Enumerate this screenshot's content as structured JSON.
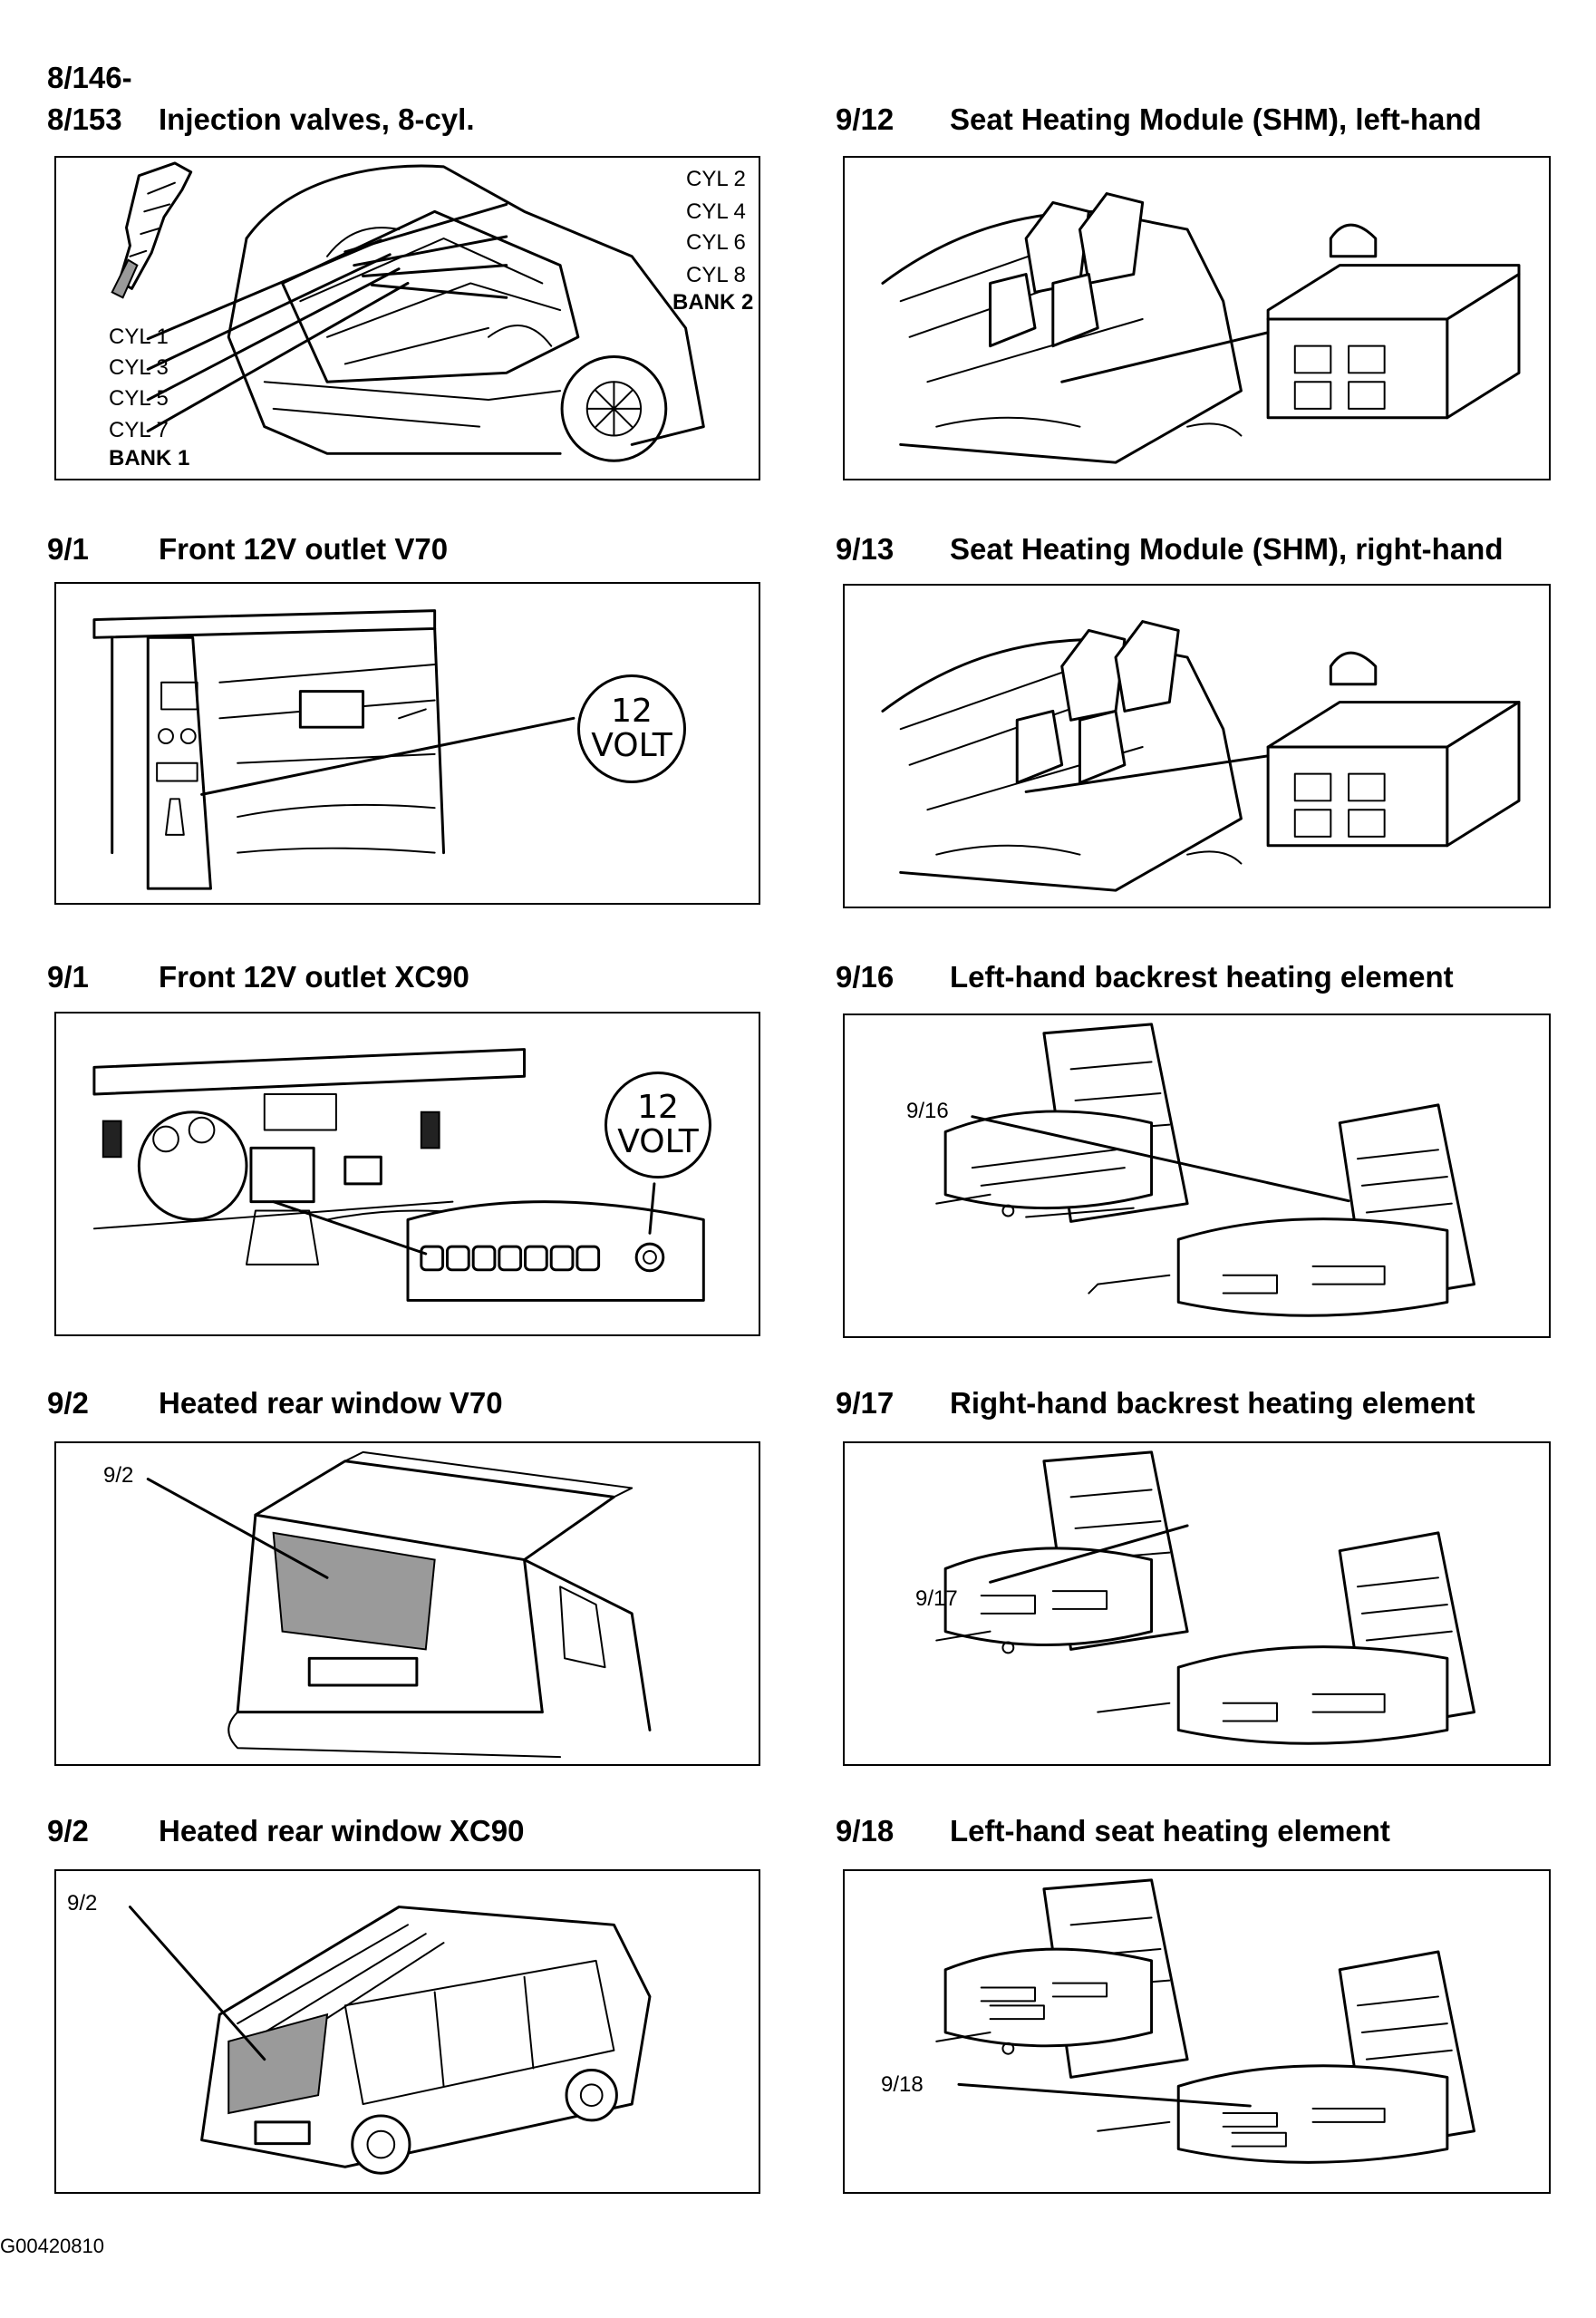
{
  "header_line1": "8/146-",
  "sections": [
    {
      "ref": "8/153",
      "title": "Injection valves, 8-cyl.",
      "labels": [
        "CYL 2",
        "CYL 4",
        "CYL 6",
        "CYL 8",
        "BANK 2",
        "CYL 1",
        "CYL 3",
        "CYL 5",
        "CYL 7",
        "BANK 1"
      ]
    },
    {
      "ref": "9/12",
      "title": "Seat Heating Module (SHM), left-hand"
    },
    {
      "ref": "9/1",
      "title": "Front 12V outlet V70",
      "volt_top": "12",
      "volt_bottom": "VOLT"
    },
    {
      "ref": "9/13",
      "title": "Seat Heating Module (SHM), right-hand"
    },
    {
      "ref": "9/1",
      "title": "Front 12V outlet XC90",
      "volt_top": "12",
      "volt_bottom": "VOLT"
    },
    {
      "ref": "9/16",
      "title": "Left-hand backrest heating element",
      "callout": "9/16"
    },
    {
      "ref": "9/2",
      "title": "Heated rear window V70",
      "callout": "9/2"
    },
    {
      "ref": "9/17",
      "title": "Right-hand backrest heating element",
      "callout": "9/17"
    },
    {
      "ref": "9/2",
      "title": "Heated rear window XC90",
      "callout": "9/2"
    },
    {
      "ref": "9/18",
      "title": "Left-hand seat heating element",
      "callout": "9/18"
    }
  ],
  "footer_code": "G00420810"
}
